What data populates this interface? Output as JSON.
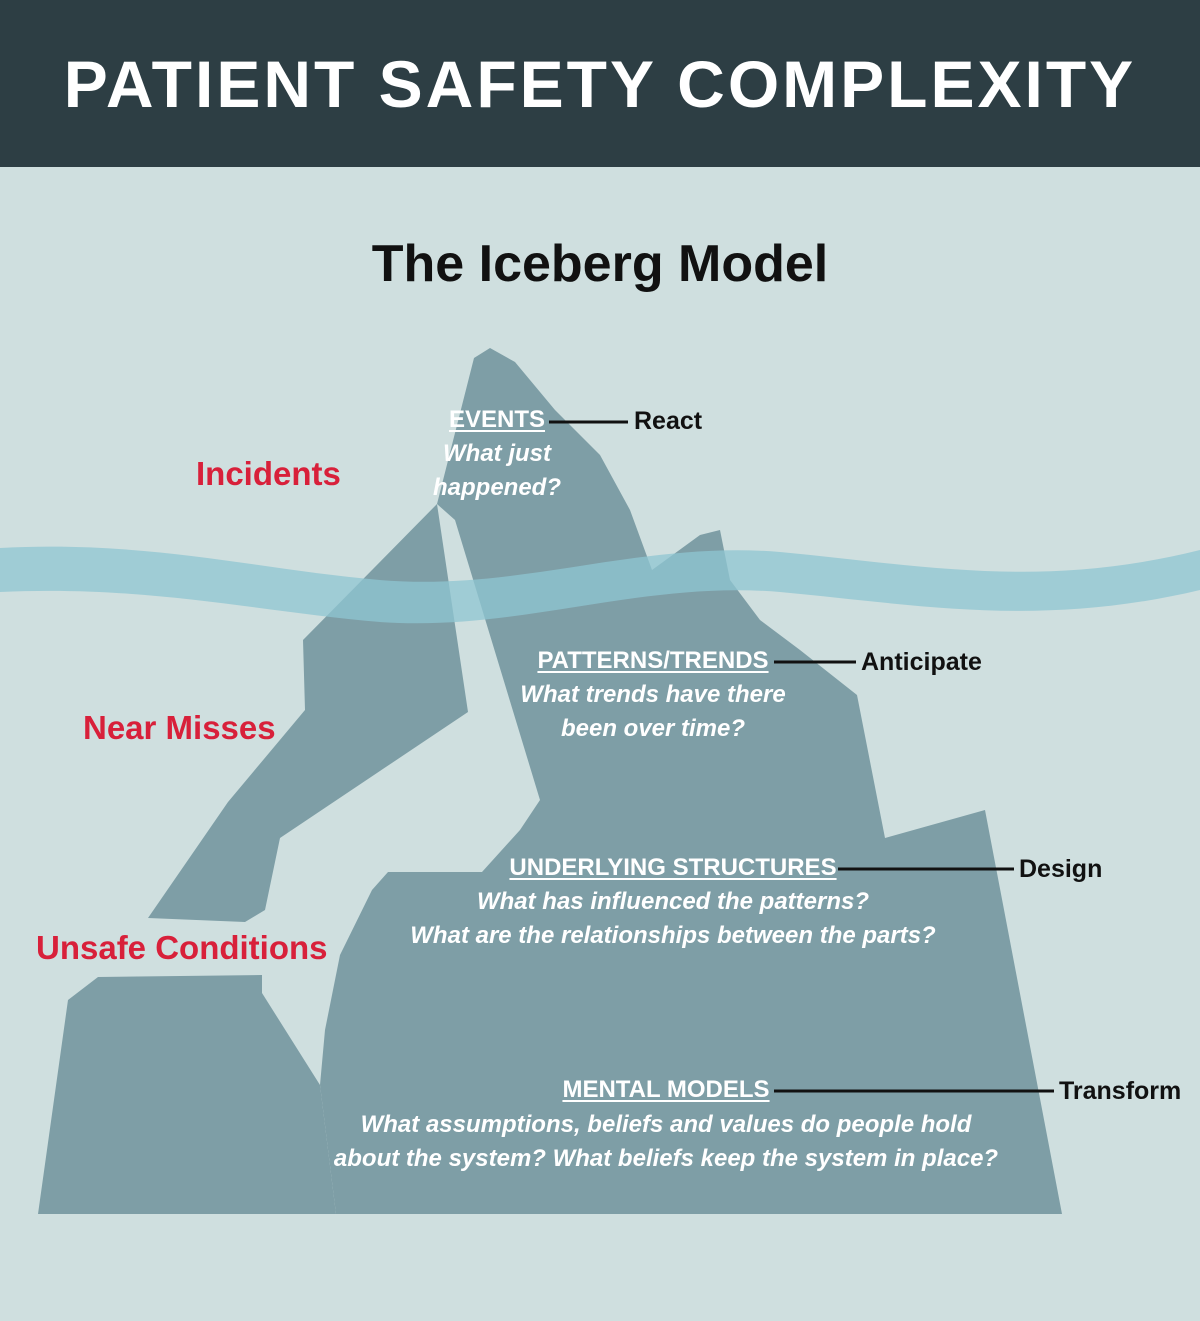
{
  "header": {
    "title": "PATIENT SAFETY COMPLEXITY"
  },
  "subtitle": "The Iceberg Model",
  "colors": {
    "header_bg": "#2d3e44",
    "background": "#cfdfdf",
    "iceberg": "#7e9ea6",
    "water": "#8fc6d2",
    "side_label": "#d8203a"
  },
  "levels": [
    {
      "title": "EVENTS",
      "question_lines": [
        "What just",
        "happened?"
      ],
      "action": "React"
    },
    {
      "title": "PATTERNS/TRENDS",
      "question_lines": [
        "What trends have there",
        "been over time?"
      ],
      "action": "Anticipate"
    },
    {
      "title": "UNDERLYING STRUCTURES",
      "question_lines": [
        "What has influenced the patterns?",
        "What are the relationships between the parts?"
      ],
      "action": "Design"
    },
    {
      "title": "MENTAL MODELS",
      "question_lines": [
        "What assumptions, beliefs and values do people hold",
        "about the system? What beliefs keep the system in place?"
      ],
      "action": "Transform"
    }
  ],
  "side_labels": {
    "incidents": "Incidents",
    "near_misses": "Near Misses",
    "unsafe_conditions": "Unsafe Conditions"
  }
}
